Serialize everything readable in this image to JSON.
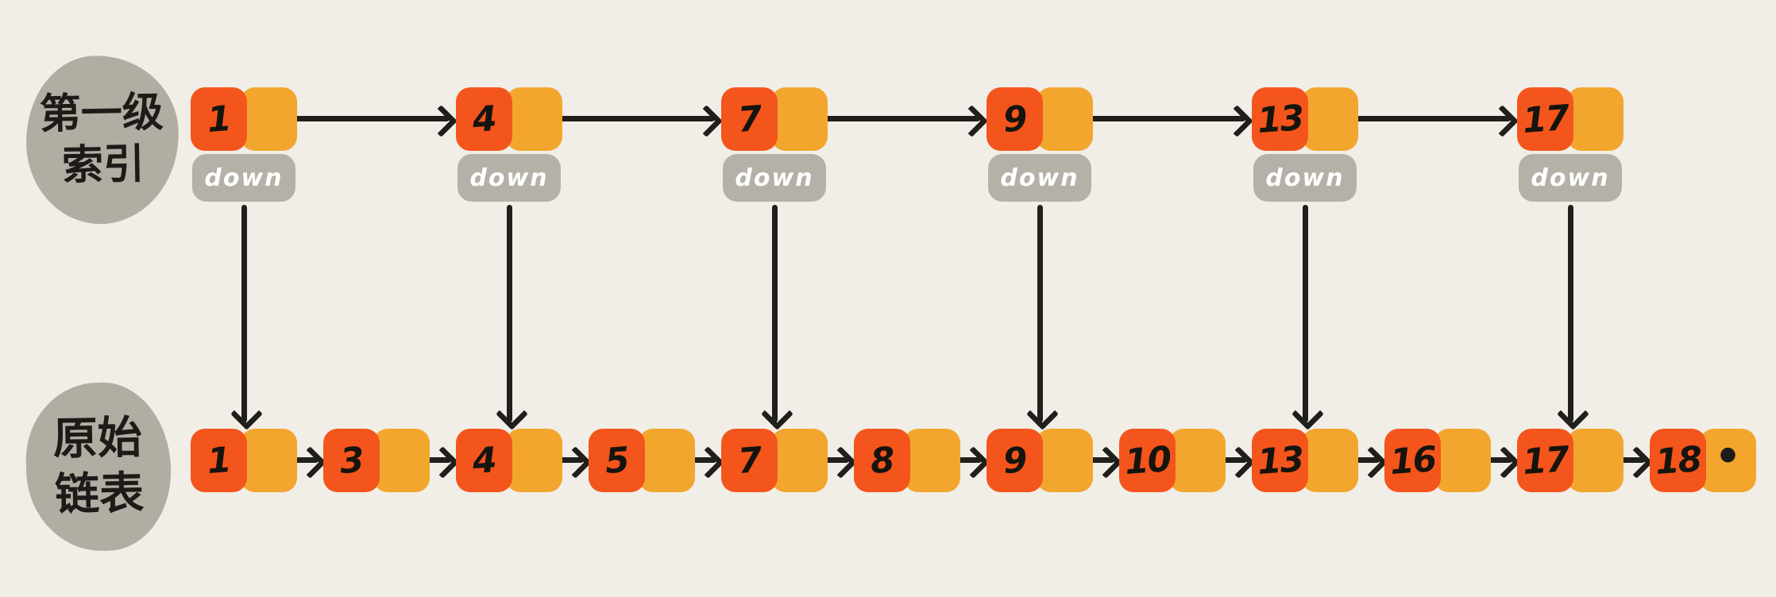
{
  "diagram": {
    "type": "skip-list",
    "background_color": "#f0eee7",
    "colors": {
      "value_cell": "#f4551c",
      "pointer_cell": "#f3a62e",
      "down_box": "#b5b1a8",
      "label_blob": "#b1ada3",
      "ink": "#201f1b",
      "down_text": "#ffffff"
    },
    "index_level": {
      "label": "第一级索引",
      "label_lines": [
        "第一级",
        "索引"
      ],
      "down_label": "down",
      "nodes": [
        "1",
        "4",
        "7",
        "9",
        "13",
        "17"
      ]
    },
    "base_level": {
      "label": "原始链表",
      "label_lines": [
        "原始",
        "链表"
      ],
      "nodes": [
        "1",
        "3",
        "4",
        "5",
        "7",
        "8",
        "9",
        "10",
        "13",
        "16",
        "17",
        "18"
      ],
      "null_marker": "•"
    }
  }
}
